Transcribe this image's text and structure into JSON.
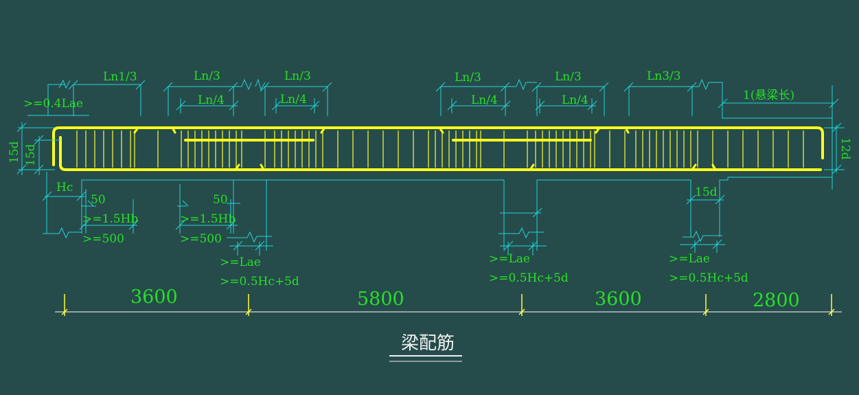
{
  "title": "梁配筋",
  "colors": {
    "background": "#264b4b",
    "rebar": "#ffff1c",
    "dimension": "#22d6d6",
    "text": "#26e026",
    "title": "#f0f0f0"
  },
  "top_labels": {
    "ln1_3": "Ln1/3",
    "ln_3_a": "Ln/3",
    "ln_3_b": "Ln/3",
    "ln_3_c": "Ln/3",
    "ln_3_d": "Ln/3",
    "ln3_3": "Ln3/3",
    "cantilever": "1(悬梁长)",
    "ln_4_a": "Ln/4",
    "ln_4_b": "Ln/4",
    "ln_4_c": "Ln/4",
    "ln_4_d": "Ln/4",
    "lae_left": ">=0.4Lae"
  },
  "side_labels": {
    "left_outer": "15d",
    "left_inner": "15d",
    "right": "12d"
  },
  "bottom_labels": {
    "hc": "Hc",
    "s50_a": "50",
    "hb_a": ">=1.5Hb",
    "min500_a": ">=500",
    "s50_b": "50",
    "hb_b": ">=1.5Hb",
    "min500_b": ">=500",
    "lae_1": ">=Lae",
    "hc5d_1": ">=0.5Hc+5d",
    "lae_2": ">=Lae",
    "hc5d_2": ">=0.5Hc+5d",
    "d15": "15d",
    "lae_3": ">=Lae",
    "hc5d_3": ">=0.5Hc+5d"
  },
  "spans": [
    {
      "name": "span-1",
      "value": "3600"
    },
    {
      "name": "span-2",
      "value": "5800"
    },
    {
      "name": "span-3",
      "value": "3600"
    },
    {
      "name": "span-4",
      "value": "2800"
    }
  ]
}
